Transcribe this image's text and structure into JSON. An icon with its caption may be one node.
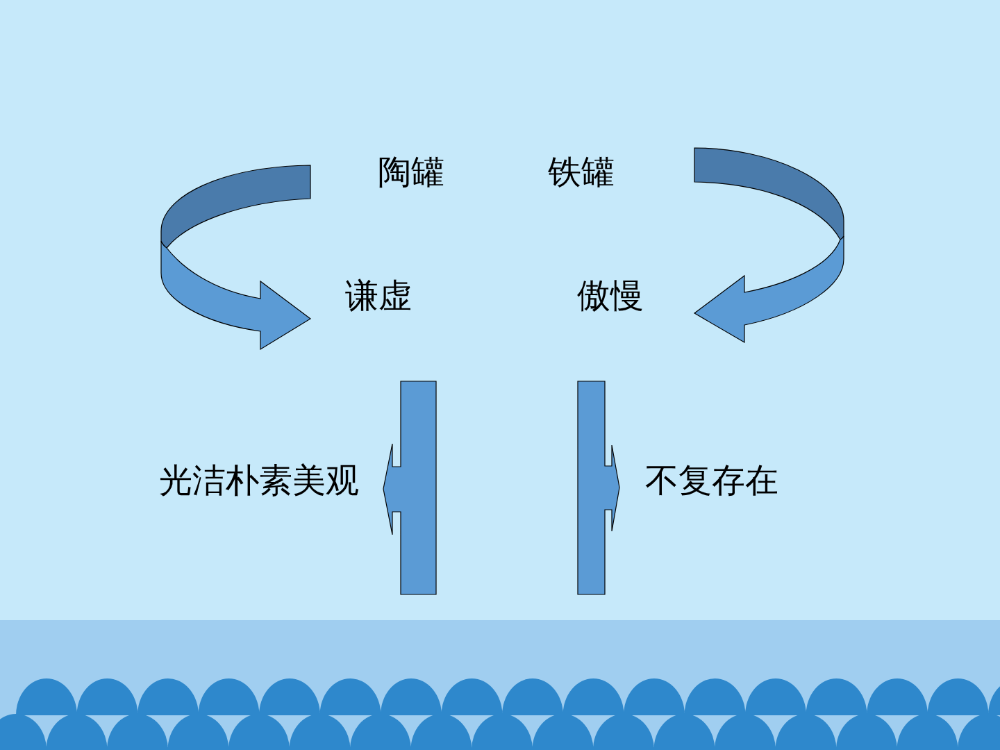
{
  "diagram": {
    "nodes": [
      {
        "text": [
          "陶罐"
        ]
      },
      {
        "text": [
          "铁罐"
        ]
      },
      {
        "text": [
          "谦虚"
        ]
      },
      {
        "text": [
          "傲慢"
        ]
      },
      {
        "text": [
          "光洁朴素美观"
        ]
      },
      {
        "text": [
          "不复存在"
        ]
      }
    ],
    "edges": [
      {
        "from": 0,
        "to": 2,
        "arrow": "to"
      },
      {
        "from": 1,
        "to": 3,
        "arrow": "to"
      },
      {
        "from": null,
        "to": 4,
        "arrow": "to"
      },
      {
        "from": null,
        "to": 5,
        "arrow": "to"
      }
    ]
  }
}
